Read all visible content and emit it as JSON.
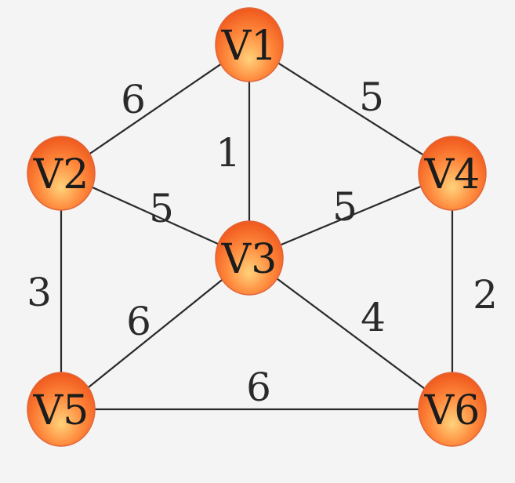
{
  "graph": {
    "nodes": [
      {
        "id": "V1",
        "label": "V1"
      },
      {
        "id": "V2",
        "label": "V2"
      },
      {
        "id": "V3",
        "label": "V3"
      },
      {
        "id": "V4",
        "label": "V4"
      },
      {
        "id": "V5",
        "label": "V5"
      },
      {
        "id": "V6",
        "label": "V6"
      }
    ],
    "edges": [
      {
        "from": "V1",
        "to": "V2",
        "weight": "6"
      },
      {
        "from": "V1",
        "to": "V3",
        "weight": "1"
      },
      {
        "from": "V1",
        "to": "V4",
        "weight": "5"
      },
      {
        "from": "V2",
        "to": "V3",
        "weight": "5"
      },
      {
        "from": "V3",
        "to": "V4",
        "weight": "5"
      },
      {
        "from": "V2",
        "to": "V5",
        "weight": "3"
      },
      {
        "from": "V4",
        "to": "V6",
        "weight": "2"
      },
      {
        "from": "V3",
        "to": "V5",
        "weight": "6"
      },
      {
        "from": "V3",
        "to": "V6",
        "weight": "4"
      },
      {
        "from": "V5",
        "to": "V6",
        "weight": "6"
      }
    ],
    "colors": {
      "node_fill_center": "#ffd27a",
      "node_fill_mid": "#ff8a3d",
      "node_fill_edge": "#f05a1e",
      "edge": "#2a2a2a",
      "text": "#1c1c1c",
      "background": "#f4f4f4"
    }
  }
}
